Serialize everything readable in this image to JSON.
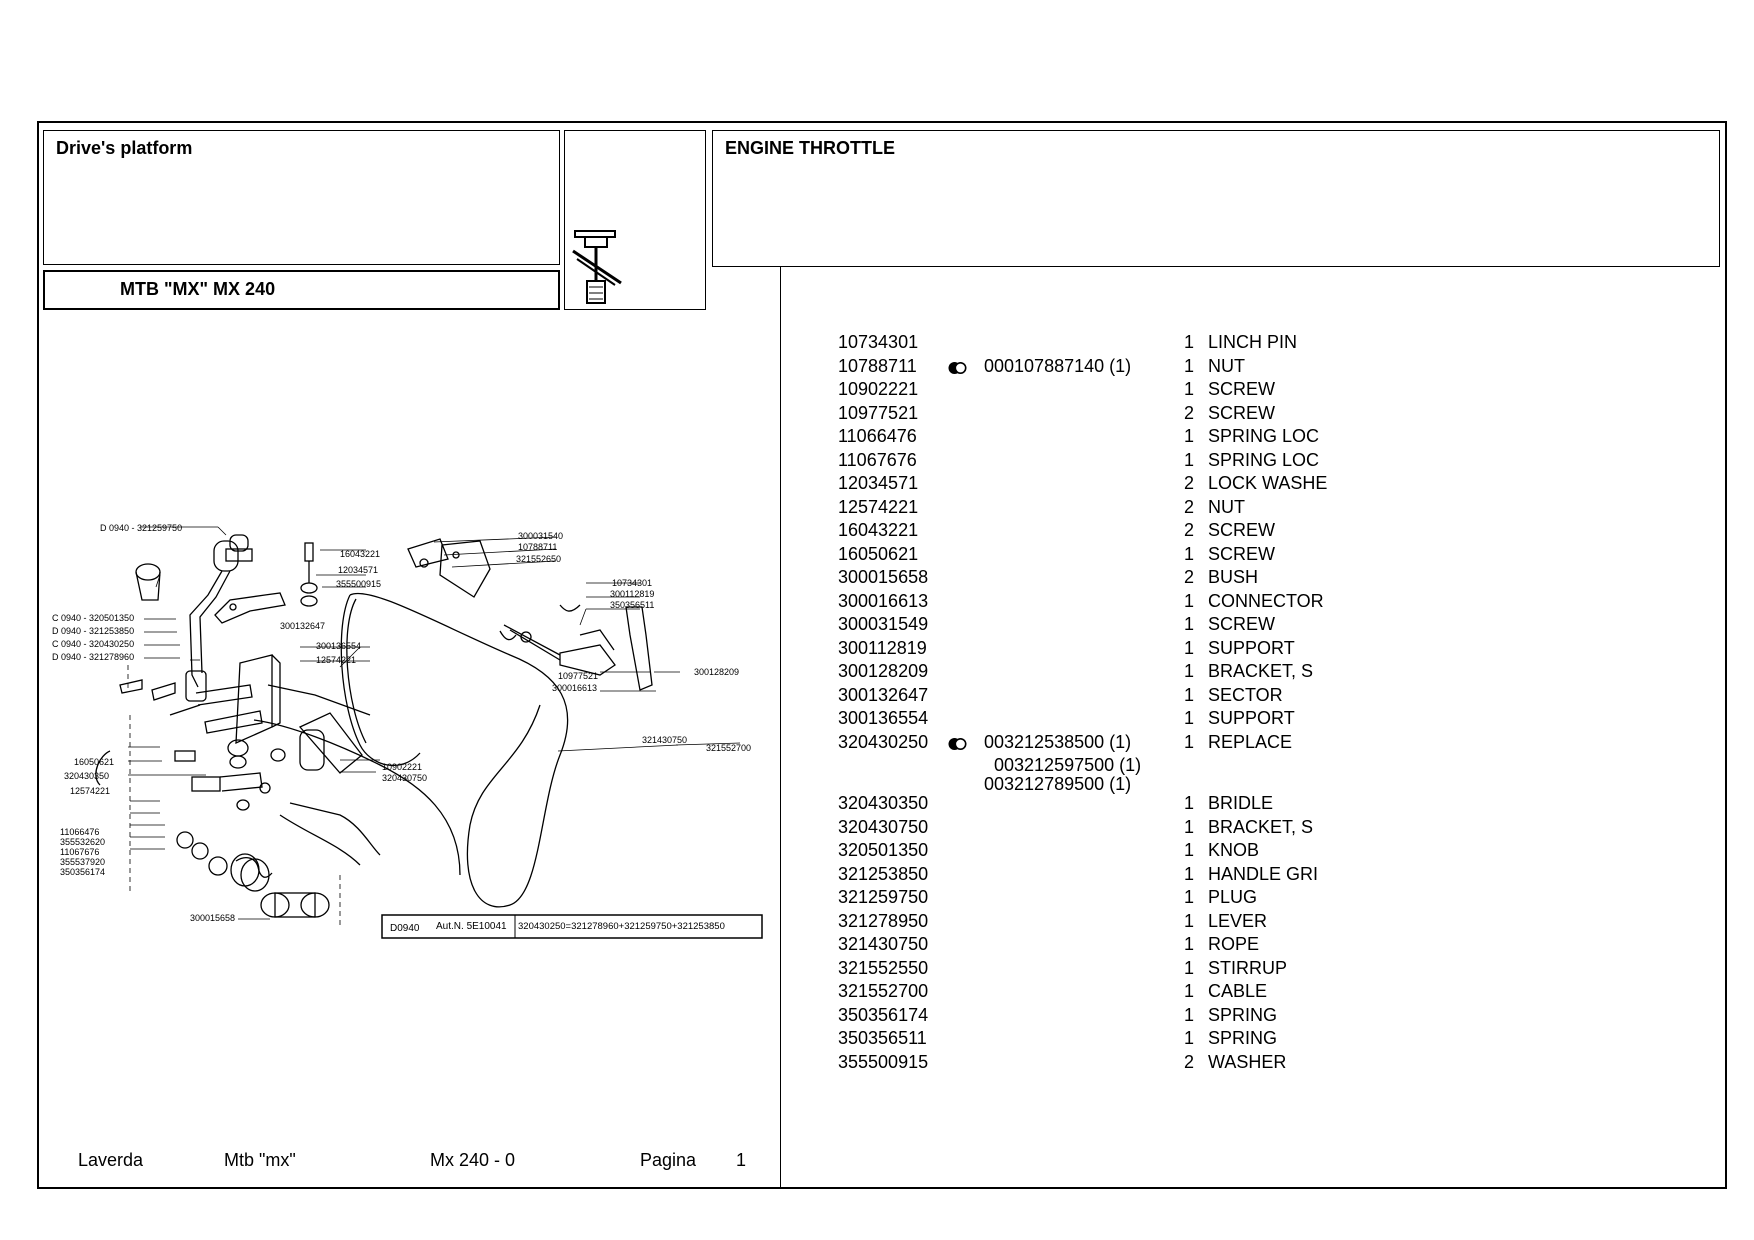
{
  "header": {
    "section": "Drive's platform",
    "model": "MTB \"MX\"   MX 240",
    "group": "ENGINE THROTTLE"
  },
  "icons": {
    "section_icon": "throttle-control-icon",
    "replacement_mark": "replacement-marker-icon"
  },
  "diagram": {
    "callouts_left": [
      "D 0940 - 321259750",
      "C 0940 - 320501350",
      "D 0940 - 321253850",
      "C 0940 - 320430250",
      "D 0940 - 321278960",
      "300132647",
      "300136554",
      "12574221",
      "16050621",
      "320430350",
      "12574221",
      "11066476",
      "355532620",
      "11067676",
      "355537920",
      "350356174",
      "300015658"
    ],
    "callouts_mid": [
      "16043221",
      "12034571",
      "355500915",
      "10902221",
      "320430750"
    ],
    "callouts_right": [
      "300031540",
      "10788711",
      "321552650",
      "10734301",
      "300112819",
      "350356511",
      "10977521",
      "300016613",
      "300128209",
      "321430750",
      "321552700"
    ],
    "note": {
      "code": "D0940",
      "aut": "Aut.N. 5E10041",
      "text": "320430250=321278960+321259750+321253850"
    }
  },
  "parts": [
    {
      "code": "10734301",
      "alt": [],
      "qty": "1",
      "desc": "LINCH PIN"
    },
    {
      "code": "10788711",
      "mark": true,
      "alt": [
        "000107887140  (1)"
      ],
      "qty": "1",
      "desc": "NUT"
    },
    {
      "code": "10902221",
      "alt": [],
      "qty": "1",
      "desc": "SCREW"
    },
    {
      "code": "10977521",
      "alt": [],
      "qty": "2",
      "desc": "SCREW"
    },
    {
      "code": "11066476",
      "alt": [],
      "qty": "1",
      "desc": "SPRING LOC"
    },
    {
      "code": "11067676",
      "alt": [],
      "qty": "1",
      "desc": "SPRING LOC"
    },
    {
      "code": "12034571",
      "alt": [],
      "qty": "2",
      "desc": "LOCK WASHE"
    },
    {
      "code": "12574221",
      "alt": [],
      "qty": "2",
      "desc": "NUT"
    },
    {
      "code": "16043221",
      "alt": [],
      "qty": "2",
      "desc": "SCREW"
    },
    {
      "code": "16050621",
      "alt": [],
      "qty": "1",
      "desc": "SCREW"
    },
    {
      "code": "300015658",
      "alt": [],
      "qty": "2",
      "desc": "BUSH"
    },
    {
      "code": "300016613",
      "alt": [],
      "qty": "1",
      "desc": "CONNECTOR"
    },
    {
      "code": "300031549",
      "alt": [],
      "qty": "1",
      "desc": "SCREW"
    },
    {
      "code": "300112819",
      "alt": [],
      "qty": "1",
      "desc": "SUPPORT"
    },
    {
      "code": "300128209",
      "alt": [],
      "qty": "1",
      "desc": "BRACKET, S"
    },
    {
      "code": "300132647",
      "alt": [],
      "qty": "1",
      "desc": "SECTOR"
    },
    {
      "code": "300136554",
      "alt": [],
      "qty": "1",
      "desc": "SUPPORT"
    },
    {
      "code": "320430250",
      "mark": true,
      "alt": [
        "003212538500  (1)",
        "003212597500  (1)",
        "003212789500  (1)"
      ],
      "qty": "1",
      "desc": "REPLACE"
    },
    {
      "code": "320430350",
      "alt": [],
      "qty": "1",
      "desc": "BRIDLE"
    },
    {
      "code": "320430750",
      "alt": [],
      "qty": "1",
      "desc": "BRACKET, S"
    },
    {
      "code": "320501350",
      "alt": [],
      "qty": "1",
      "desc": "KNOB"
    },
    {
      "code": "321253850",
      "alt": [],
      "qty": "1",
      "desc": "HANDLE GRI"
    },
    {
      "code": "321259750",
      "alt": [],
      "qty": "1",
      "desc": "PLUG"
    },
    {
      "code": "321278950",
      "alt": [],
      "qty": "1",
      "desc": "LEVER"
    },
    {
      "code": "321430750",
      "alt": [],
      "qty": "1",
      "desc": "ROPE"
    },
    {
      "code": "321552550",
      "alt": [],
      "qty": "1",
      "desc": "STIRRUP"
    },
    {
      "code": "321552700",
      "alt": [],
      "qty": "1",
      "desc": "CABLE"
    },
    {
      "code": "350356174",
      "alt": [],
      "qty": "1",
      "desc": "SPRING"
    },
    {
      "code": "350356511",
      "alt": [],
      "qty": "1",
      "desc": "SPRING"
    },
    {
      "code": "355500915",
      "alt": [],
      "qty": "2",
      "desc": "WASHER"
    }
  ],
  "footer": {
    "brand": "Laverda",
    "series": "Mtb \"mx\"",
    "model": "Mx 240 - 0",
    "page_label": "Pagina",
    "page_number": "1"
  }
}
